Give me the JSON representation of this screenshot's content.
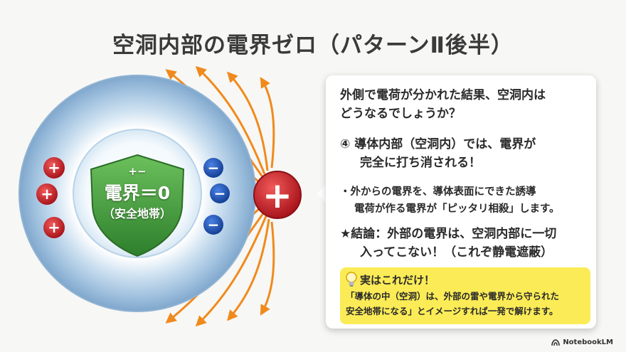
{
  "title": "空洞内部の電界ゼロ（パターンⅡ後半）",
  "diagram": {
    "shield_sign": "+−",
    "shield_main": "電界＝0",
    "shield_sub": "（安全地帯）",
    "left_charge_symbol": "+",
    "right_charge_symbol": "−",
    "point_charge_symbol": "+",
    "colors": {
      "ring": "#a9c9e4",
      "positive": "#c9222a",
      "negative": "#1f53b7",
      "field_line": "#f08a1c",
      "shield": "#3f9a3a"
    }
  },
  "panel": {
    "question_line1": "外側で電荷が分かれた結果、空洞内は",
    "question_line2": "どうなるでしょうか？",
    "step4_line1": "④ 導体内部（空洞内）では、電界が",
    "step4_line2": "完全に打ち消される！",
    "bullet_line1": "・外からの電界を、導体表面にできた誘導",
    "bullet_line2": "電荷が作る電界が「ピッタリ相殺」します。",
    "conclusion_line1": "★結論：外部の電界は、空洞内部に一切",
    "conclusion_line2": "入ってこない！（これぞ静電遮蔽）"
  },
  "tip": {
    "icon": "lightbulb-icon",
    "heading": "実はこれだけ！",
    "body_line1": "「導体の中（空洞）は、外部の雷や電界から守られた",
    "body_line2": "安全地帯になる」とイメージすれば一発で解けます。"
  },
  "brand": "NotebookLM"
}
